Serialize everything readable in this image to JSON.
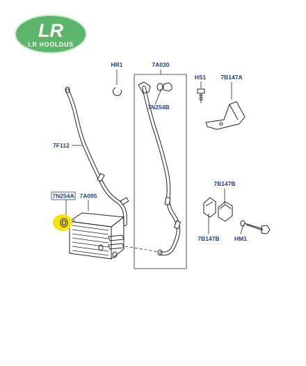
{
  "logo": {
    "brand": "LR",
    "tagline": "LR HOOLDUS",
    "color": "#5db46b"
  },
  "labels": {
    "hr1": "HR1",
    "a7030": "7A030",
    "hs1": "HS1",
    "b7147a": "7B147A",
    "n7254b": "7N254B",
    "f7112": "7F112",
    "b7147b_top": "7B147B",
    "n7254a": "7N254A",
    "a7095": "7A095",
    "b7147b_bottom": "7B147B",
    "hm1": "HM1"
  },
  "highlight": {
    "color": "#f5e11a",
    "target": "7N254A"
  }
}
